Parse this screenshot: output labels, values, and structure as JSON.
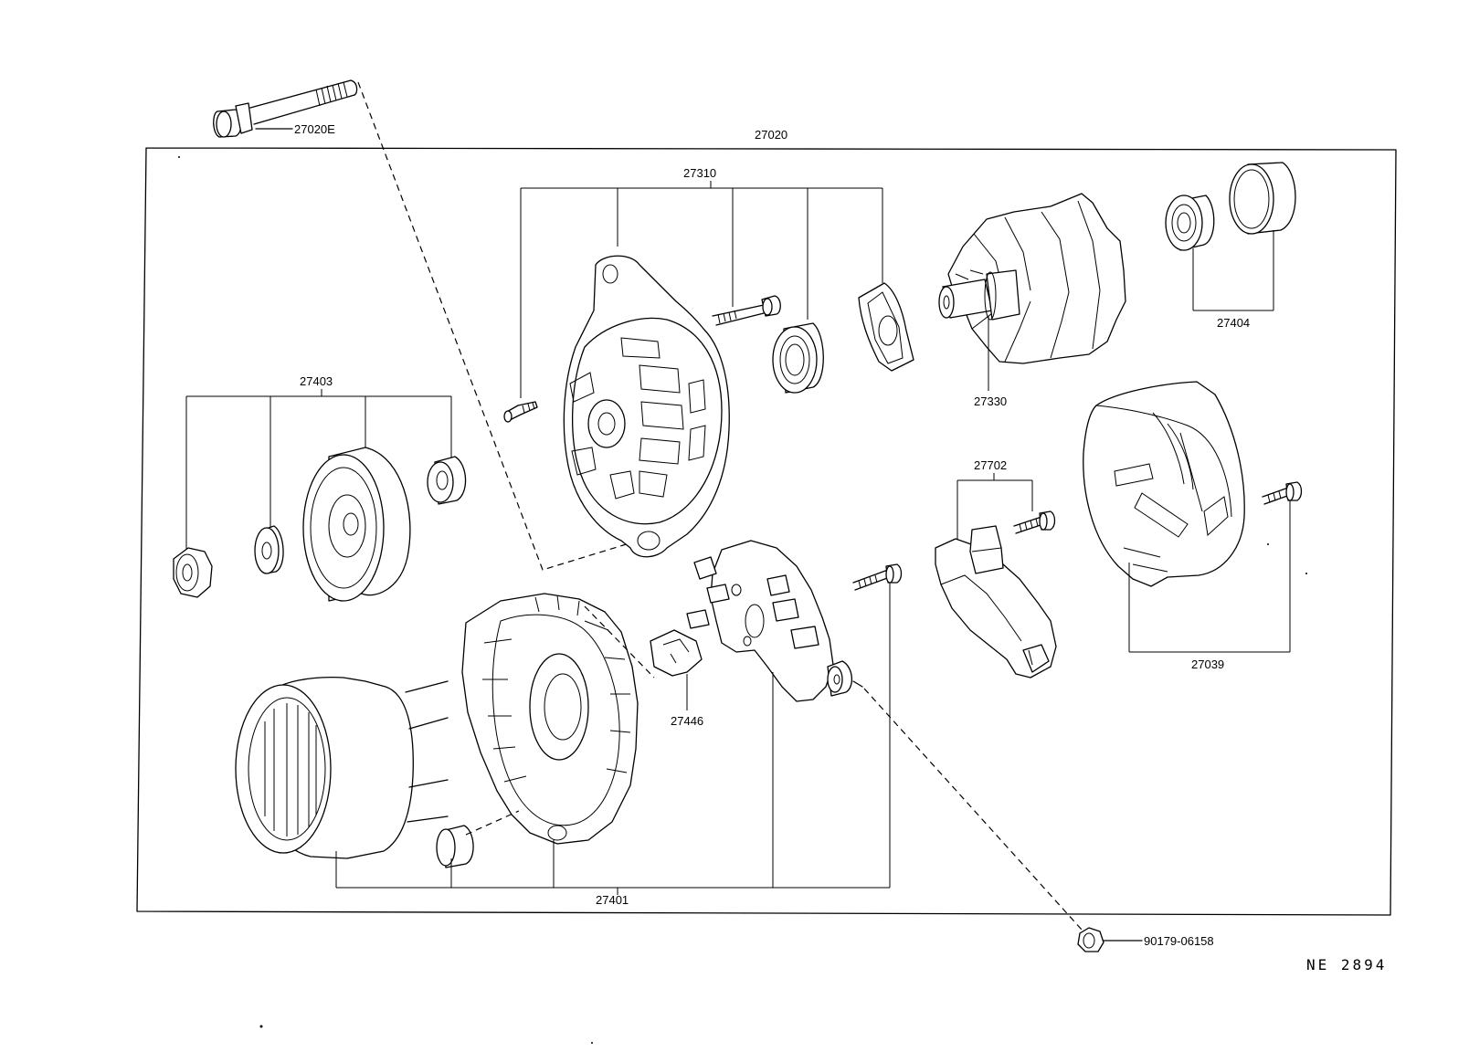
{
  "labels": {
    "bolt_27020e": "27020E",
    "assembly_27020": "27020",
    "frame_27310": "27310",
    "bearing_27404": "27404",
    "pulley_set_27403": "27403",
    "rotor_27330": "27330",
    "regulator_27702": "27702",
    "cover_27039": "27039",
    "insulator_27446": "27446",
    "frame_27401": "27401",
    "nut_90179": "90179-06158"
  },
  "drawing_code": "NE 2894"
}
